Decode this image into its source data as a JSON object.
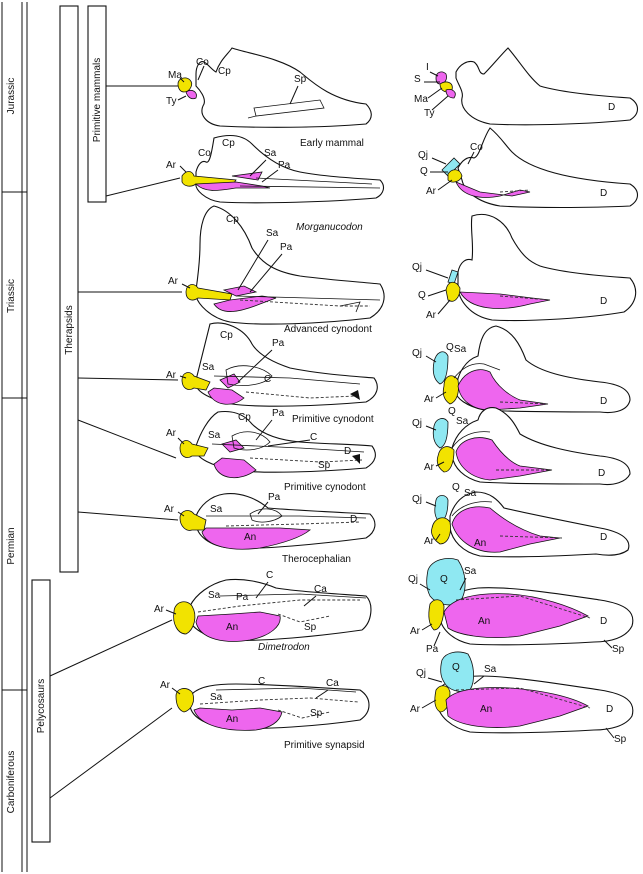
{
  "colors": {
    "articular": "#f2e300",
    "angular": "#ee66ee",
    "quadrate": "#8fe8f2",
    "outline": "#111111"
  },
  "periods": [
    "Jurassic",
    "Triassic",
    "Permian",
    "Carboniferous"
  ],
  "groups": [
    "Primitive mammals",
    "Therapsids",
    "Pelycosaurs"
  ],
  "medial_rows": [
    {
      "caption": "Early mammal",
      "labels": [
        "Co",
        "Cp",
        "Ma",
        "Ty",
        "Sp"
      ]
    },
    {
      "caption": "Morganucodon",
      "labels": [
        "Co",
        "Cp",
        "Ar",
        "Sa",
        "Pa"
      ]
    },
    {
      "caption": "Advanced cynodont",
      "labels": [
        "Cp",
        "Sa",
        "Pa",
        "Ar"
      ]
    },
    {
      "caption": "Primitive cynodont",
      "labels": [
        "Cp",
        "Pa",
        "Ar",
        "Sa",
        "C"
      ]
    },
    {
      "caption": "Primitive cynodont",
      "labels": [
        "Ar",
        "Cp",
        "Pa",
        "C",
        "Sa",
        "D",
        "Sp"
      ]
    },
    {
      "caption": "Therocephalian",
      "labels": [
        "Ar",
        "Pa",
        "Sa",
        "D",
        "An"
      ]
    },
    {
      "caption": "Dimetrodon",
      "labels": [
        "Pa",
        "C",
        "Sa",
        "Ca",
        "Ar",
        "An",
        "Sp"
      ]
    },
    {
      "caption": "Primitive synapsid",
      "labels": [
        "Ar",
        "C",
        "Ca",
        "Sa",
        "An",
        "Sp"
      ]
    }
  ],
  "lateral_rows": [
    {
      "labels": [
        "I",
        "S",
        "Ma",
        "Ty",
        "D"
      ]
    },
    {
      "labels": [
        "Co",
        "Qj",
        "Q",
        "Ar",
        "D"
      ]
    },
    {
      "labels": [
        "Qj",
        "Q",
        "Ar",
        "D"
      ]
    },
    {
      "labels": [
        "Qj",
        "Q",
        "Sa",
        "Ar",
        "D"
      ]
    },
    {
      "labels": [
        "Qj",
        "Q",
        "Sa",
        "Ar",
        "D"
      ]
    },
    {
      "labels": [
        "Qj",
        "Q",
        "Sa",
        "Ar",
        "An",
        "D"
      ]
    },
    {
      "labels": [
        "Qj",
        "Sa",
        "Q",
        "Ar",
        "Pa",
        "An",
        "D",
        "Sp"
      ]
    },
    {
      "labels": [
        "Qj",
        "Q",
        "Sa",
        "Ar",
        "An",
        "D",
        "Sp"
      ]
    }
  ]
}
